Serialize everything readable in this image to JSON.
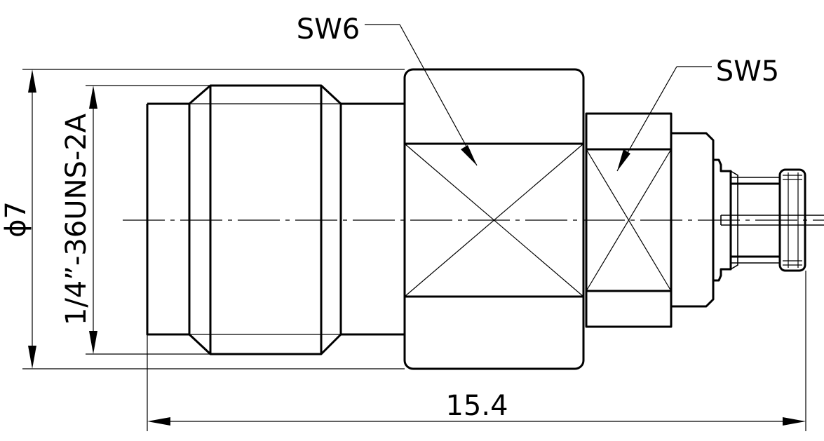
{
  "labels": {
    "sw6": "SW6",
    "sw5": "SW5",
    "diameter": "ϕ7",
    "thread": "1/4”-36UNS-2A",
    "length": "15.4"
  },
  "colors": {
    "line": "#000000",
    "background": "#ffffff"
  }
}
